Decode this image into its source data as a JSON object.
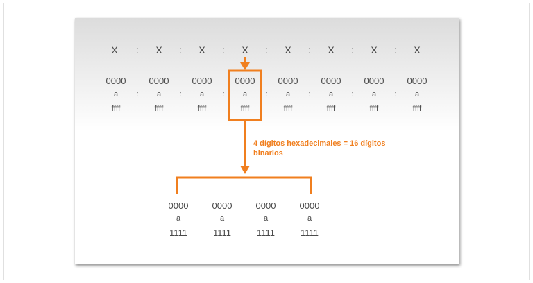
{
  "top_row": [
    "X",
    ":",
    "X",
    ":",
    "X",
    ":",
    "X",
    ":",
    "X",
    ":",
    "X",
    ":",
    "X",
    ":",
    "X"
  ],
  "hextets": [
    {
      "low": "0000",
      "sep": "a",
      "high": "ffff"
    },
    {
      "low": "0000",
      "sep": "a",
      "high": "ffff"
    },
    {
      "low": "0000",
      "sep": "a",
      "high": "ffff"
    },
    {
      "low": "0000",
      "sep": "a",
      "high": "ffff"
    },
    {
      "low": "0000",
      "sep": "a",
      "high": "ffff"
    },
    {
      "low": "0000",
      "sep": "a",
      "high": "ffff"
    },
    {
      "low": "0000",
      "sep": "a",
      "high": "ffff"
    },
    {
      "low": "0000",
      "sep": "a",
      "high": "ffff"
    }
  ],
  "colon": ":",
  "caption": "4 dígitos hexadecimales = 16 dígitos binarios",
  "nibbles": [
    {
      "low": "0000",
      "sep": "a",
      "high": "1111"
    },
    {
      "low": "0000",
      "sep": "a",
      "high": "1111"
    },
    {
      "low": "0000",
      "sep": "a",
      "high": "1111"
    },
    {
      "low": "0000",
      "sep": "a",
      "high": "1111"
    }
  ],
  "accent_color": "#f07f1f"
}
